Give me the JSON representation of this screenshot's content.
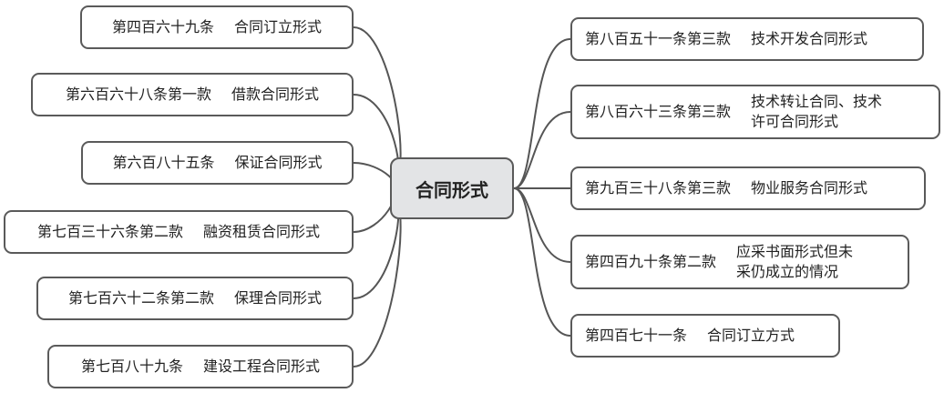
{
  "center": {
    "label": "合同形式"
  },
  "colors": {
    "border": "#5a5a5a",
    "center_fill": "#e3e4e6",
    "line": "#555555"
  },
  "left_branches": [
    {
      "article": "第四百六十九条",
      "topic": "合同订立形式"
    },
    {
      "article": "第六百六十八条第一款",
      "topic": "借款合同形式"
    },
    {
      "article": "第六百八十五条",
      "topic": "保证合同形式"
    },
    {
      "article": "第七百三十六条第二款",
      "topic": "融资租赁合同形式"
    },
    {
      "article": "第七百六十二条第二款",
      "topic": "保理合同形式"
    },
    {
      "article": "第七百八十九条",
      "topic": "建设工程合同形式"
    }
  ],
  "right_branches": [
    {
      "article": "第八百五十一条第三款",
      "topic_lines": [
        "技术开发合同形式"
      ]
    },
    {
      "article": "第八百六十三条第三款",
      "topic_lines": [
        "技术转让合同、技术",
        "许可合同形式"
      ]
    },
    {
      "article": "第九百三十八条第三款",
      "topic_lines": [
        "物业服务合同形式"
      ]
    },
    {
      "article": "第四百九十条第二款",
      "topic_lines": [
        "应采书面形式但未",
        "采仍成立的情况"
      ]
    },
    {
      "article": "第四百七十一条",
      "topic_lines": [
        "合同订立方式"
      ]
    }
  ]
}
